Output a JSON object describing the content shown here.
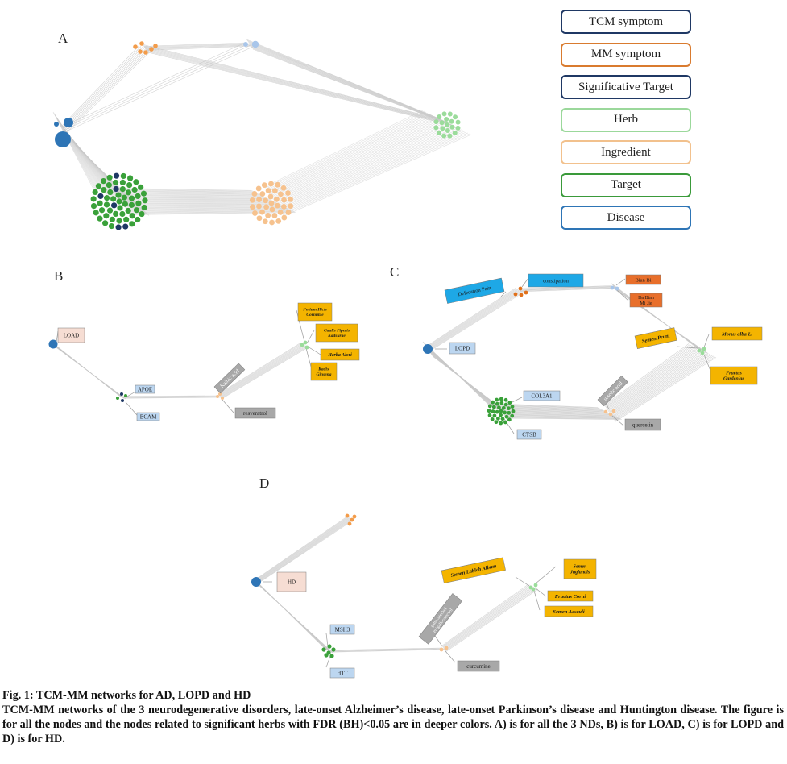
{
  "panels": {
    "a": "A",
    "b": "B",
    "c": "C",
    "d": "D"
  },
  "legend": [
    {
      "label": "TCM symptom",
      "color": "#1f3864"
    },
    {
      "label": "MM symptom",
      "color": "#d97b2f"
    },
    {
      "label": "Significative Target",
      "color": "#1f3864"
    },
    {
      "label": "Herb",
      "color": "#9bd89b"
    },
    {
      "label": "Ingredient",
      "color": "#f2c18d"
    },
    {
      "label": "Target",
      "color": "#3a9a3a"
    },
    {
      "label": "Disease",
      "color": "#2e75b6"
    }
  ],
  "labels": {
    "b_load": "LOAD",
    "b_apoe": "APOE",
    "b_bcam": "BCAM",
    "b_kainic": "Kainic acid",
    "b_resveratrol": "resveratrol",
    "b_folium": "Folium Ilicis Cornutae",
    "b_caulis": "Caulis Piperis Kadsurae",
    "b_herba": "Herba Alori",
    "b_radix": "Radix Ginseng",
    "c_defecation": "Defecation Pain",
    "c_constipation": "constipation",
    "c_bianbi": "Bian Bi",
    "c_dabian": "Da Bian Mi Jie",
    "c_lopd": "LOPD",
    "c_col3a1": "COL3A1",
    "c_ctsb": "CTSB",
    "c_ursolic": "ursolic acid",
    "c_quercetin": "quercetin",
    "c_semen_pruni": "Semen Pruni",
    "c_morus": "Morus alba L.",
    "c_fructus": "Fructus Gardeniae",
    "d_hd": "HD",
    "d_msh3": "MSH3",
    "d_htt": "HTT",
    "d_gallocatechol": "gallocatechol epigallocatechol",
    "d_curcumine": "curcumine",
    "d_lablab": "Semen Lablab Album",
    "d_juglandis": "Semen Juglandis",
    "d_corni": "Fructus Corni",
    "d_aesculi": "Semen Aesculi"
  },
  "caption": {
    "title": "Fig. 1: TCM-MM networks for AD, LOPD and HD",
    "body": "TCM-MM networks of the 3 neurodegenerative disorders, late-onset Alzheimer’s disease, late-onset Parkinson’s disease and Huntington disease. The figure is for all the nodes and the nodes related to significant herbs with FDR (BH)<0.05 are in deeper colors. A) is for all the 3 NDs, B) is for LOAD, C) is for LOPD and D) is for HD."
  }
}
